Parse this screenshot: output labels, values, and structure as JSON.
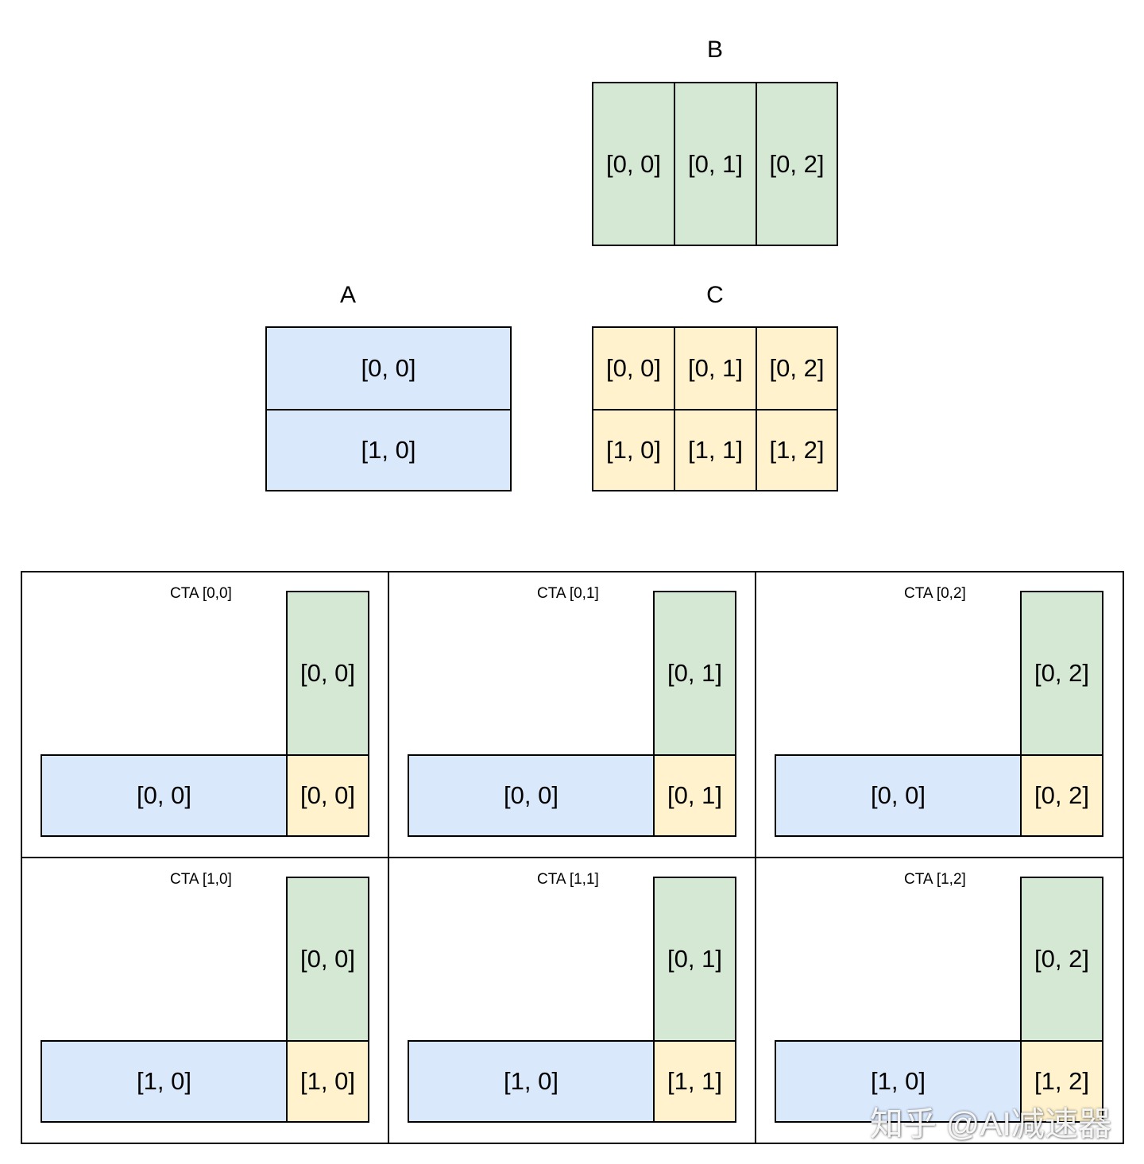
{
  "matrices": {
    "B": {
      "title": "B",
      "cells": [
        [
          "[0, 0]",
          "[0, 1]",
          "[0, 2]"
        ]
      ],
      "color": "#d5e8d4"
    },
    "A": {
      "title": "A",
      "cells": [
        [
          "[0, 0]"
        ],
        [
          "[1, 0]"
        ]
      ],
      "color": "#dae8fc"
    },
    "C": {
      "title": "C",
      "cells": [
        [
          "[0, 0]",
          "[0, 1]",
          "[0, 2]"
        ],
        [
          "[1, 0]",
          "[1, 1]",
          "[1, 2]"
        ]
      ],
      "color": "#fff2cc"
    }
  },
  "ctas": [
    {
      "label": "CTA [0,0]",
      "b_block": "[0, 0]",
      "a_block": "[0, 0]",
      "c_block": "[0, 0]"
    },
    {
      "label": "CTA [0,1]",
      "b_block": "[0, 1]",
      "a_block": "[0, 0]",
      "c_block": "[0, 1]"
    },
    {
      "label": "CTA [0,2]",
      "b_block": "[0, 2]",
      "a_block": "[0, 0]",
      "c_block": "[0, 2]"
    },
    {
      "label": "CTA [1,0]",
      "b_block": "[0, 0]",
      "a_block": "[1, 0]",
      "c_block": "[1, 0]"
    },
    {
      "label": "CTA [1,1]",
      "b_block": "[0, 1]",
      "a_block": "[1, 0]",
      "c_block": "[1, 1]"
    },
    {
      "label": "CTA [1,2]",
      "b_block": "[0, 2]",
      "a_block": "[1, 0]",
      "c_block": "[1, 2]"
    }
  ],
  "watermark": "知乎 @AI减速器"
}
